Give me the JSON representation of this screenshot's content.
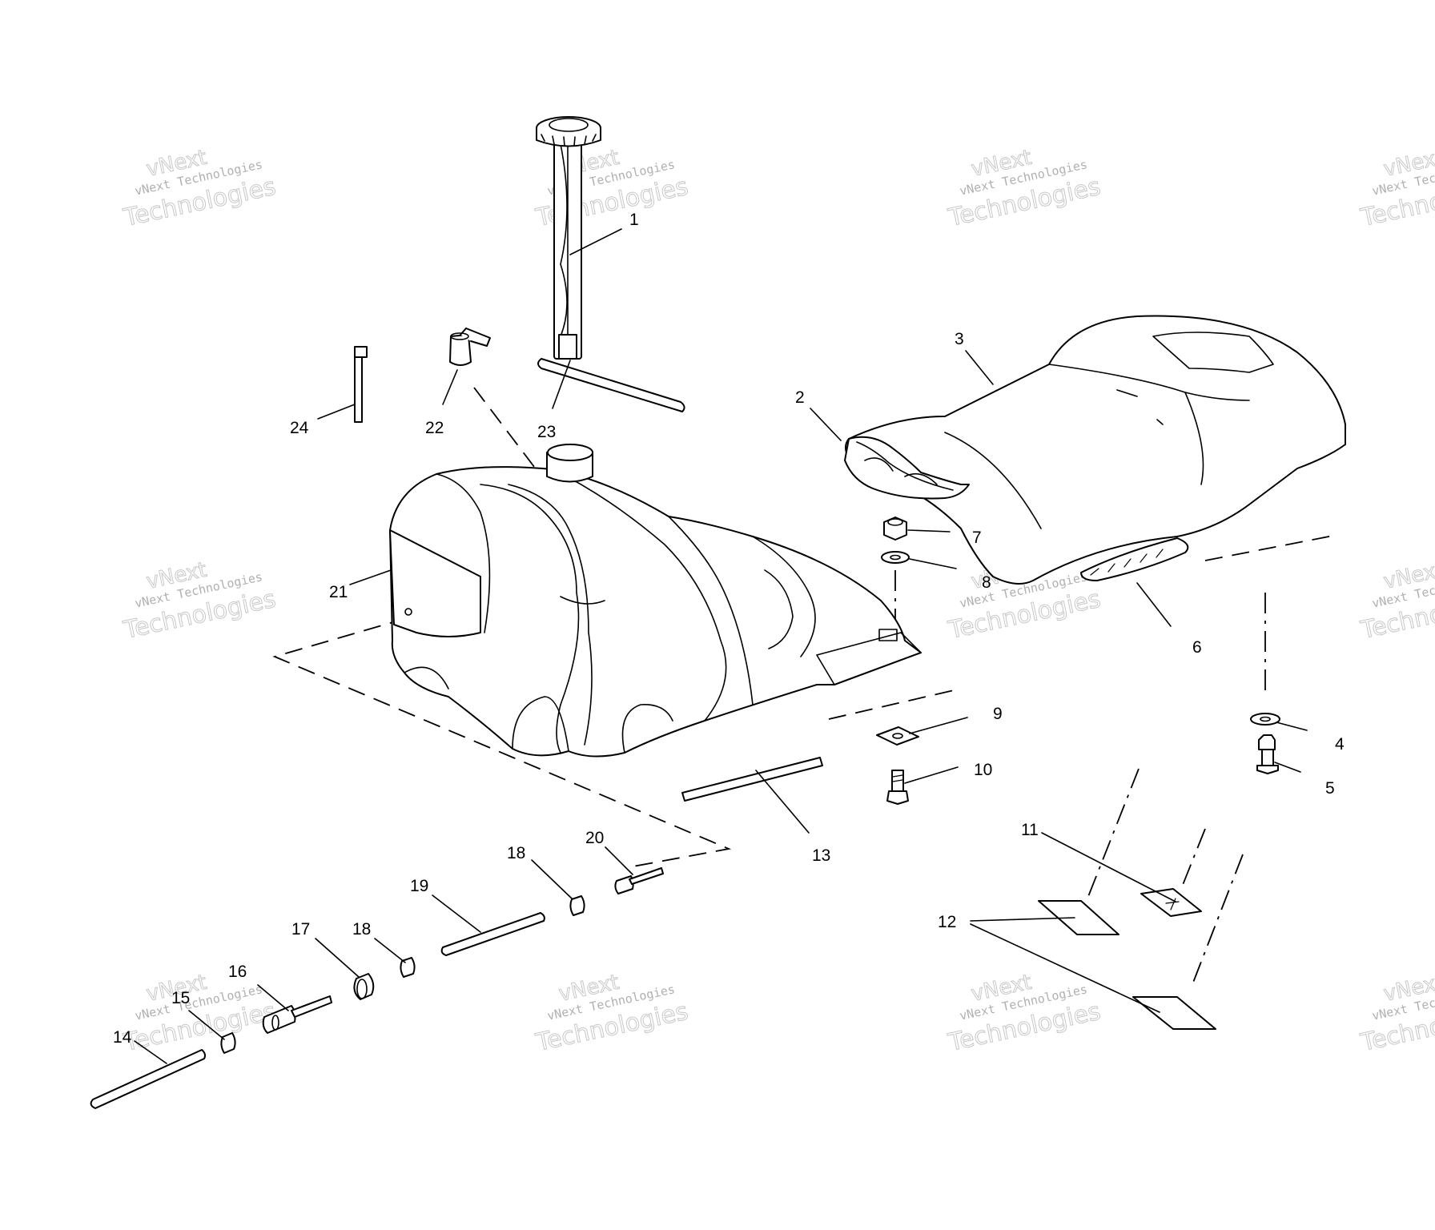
{
  "watermark": {
    "brand": "vNext",
    "line1": "vNext Technologies",
    "line2": "Technologies"
  },
  "callouts": {
    "c1": "1",
    "c2": "2",
    "c3": "3",
    "c4": "4",
    "c5": "5",
    "c6": "6",
    "c7": "7",
    "c8": "8",
    "c9": "9",
    "c10": "10",
    "c11": "11",
    "c12": "12",
    "c13": "13",
    "c14": "14",
    "c15": "15",
    "c16": "16",
    "c17": "17",
    "c18a": "18",
    "c18b": "18",
    "c19": "19",
    "c20": "20",
    "c21": "21",
    "c22": "22",
    "c23": "23",
    "c24": "24"
  },
  "colors": {
    "line": "#000000",
    "background": "#ffffff",
    "watermark": "#b8b8b8"
  }
}
